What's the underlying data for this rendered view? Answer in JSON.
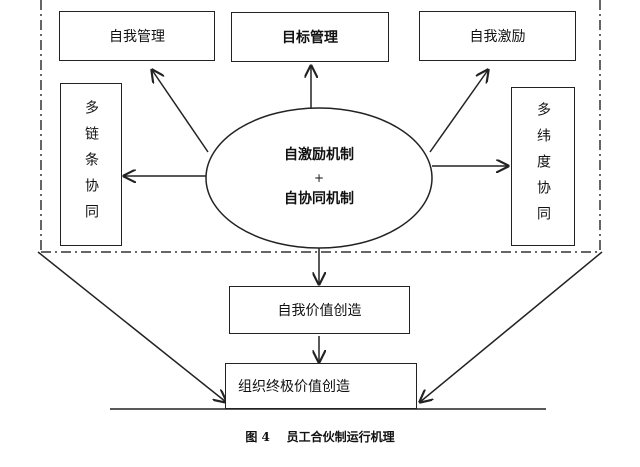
{
  "top_boxes": {
    "self_management": "自我管理",
    "goal_management": "目标管理",
    "self_incentive": "自我激励"
  },
  "side_boxes": {
    "left": "多链条协同",
    "right": "多纬度协同"
  },
  "center": {
    "line1": "自激励机制",
    "plus": "+",
    "line2": "自协同机制"
  },
  "self_value": "自我价值创造",
  "org_value": "组织终极价值创造",
  "caption": "图 4    员工合伙制运行机理"
}
